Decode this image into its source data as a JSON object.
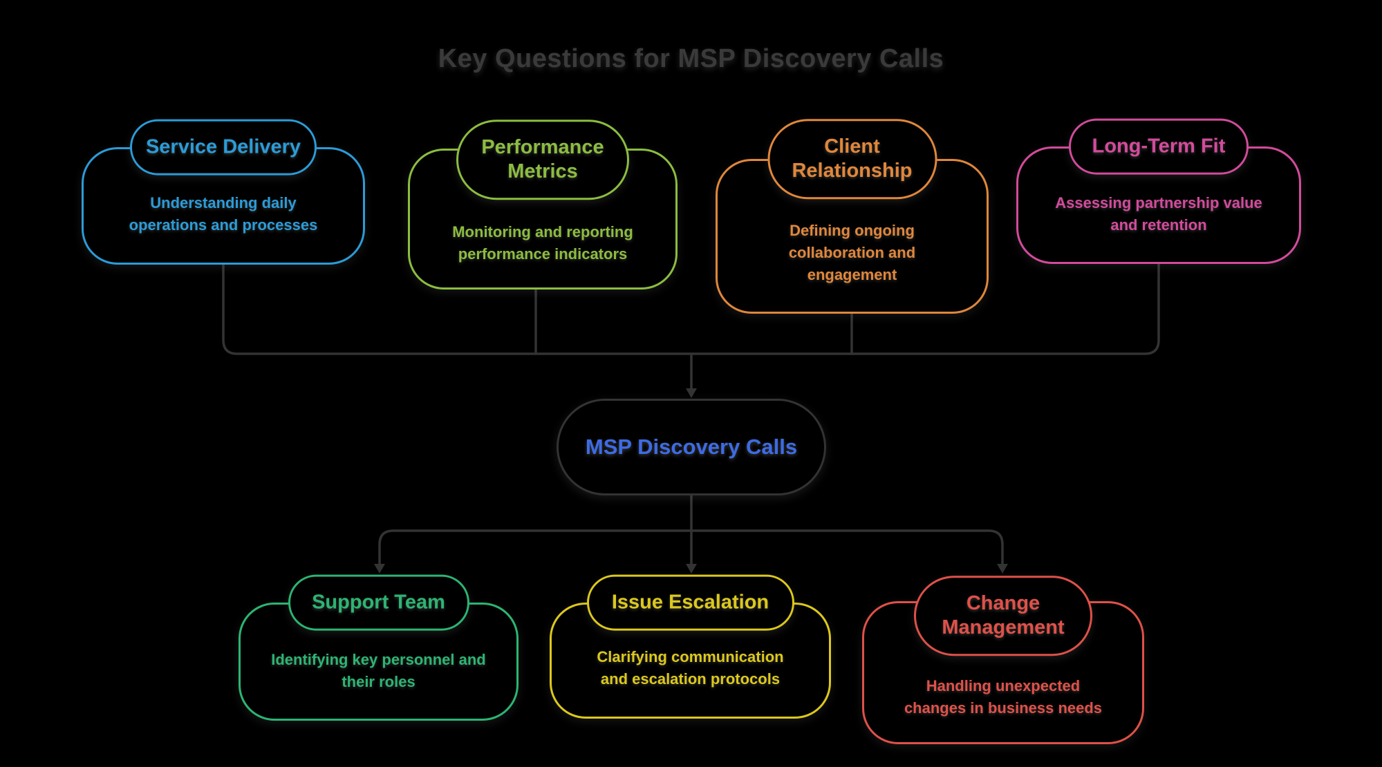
{
  "title": "Key Questions for MSP Discovery Calls",
  "title_color": "#3A3A3A",
  "background": "#000000",
  "connectors": {
    "color": "#333333"
  },
  "center": {
    "label": "MSP Discovery Calls",
    "text_color": "#3E6BE4",
    "border_color": "#333333"
  },
  "top_nodes": [
    {
      "id": "service-delivery",
      "title": "Service Delivery",
      "body": "Understanding daily operations and processes",
      "color": "#2B9CD8"
    },
    {
      "id": "performance-metrics",
      "title": "Performance Metrics",
      "body": "Monitoring and reporting performance indicators",
      "color": "#8CBD3F"
    },
    {
      "id": "client-relationship",
      "title": "Client Relationship",
      "body": "Defining ongoing collaboration and engagement",
      "color": "#E0873B"
    },
    {
      "id": "long-term-fit",
      "title": "Long-Term Fit",
      "body": "Assessing partnership value and retention",
      "color": "#D34B9C"
    }
  ],
  "bottom_nodes": [
    {
      "id": "support-team",
      "title": "Support Team",
      "body": "Identifying key personnel and their roles",
      "color": "#2CB573"
    },
    {
      "id": "issue-escalation",
      "title": "Issue Escalation",
      "body": "Clarifying communication and escalation protocols",
      "color": "#DCC81C"
    },
    {
      "id": "change-management",
      "title": "Change Management",
      "body": "Handling unexpected changes in business needs",
      "color": "#DF5149"
    }
  ]
}
